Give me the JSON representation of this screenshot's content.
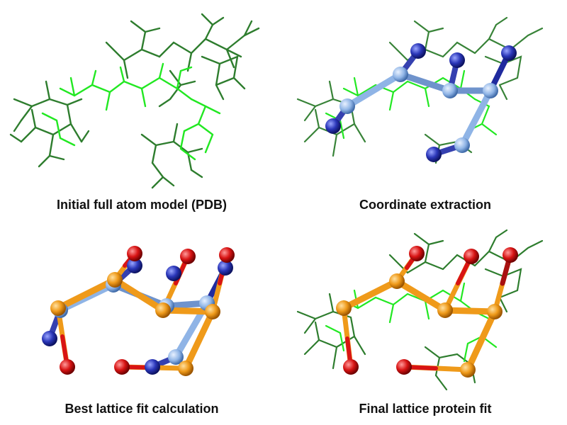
{
  "panels": [
    {
      "caption": "Initial full atom model (PDB)"
    },
    {
      "caption": "Coordinate extraction"
    },
    {
      "caption": "Best lattice fit calculation"
    },
    {
      "caption": "Final lattice protein fit"
    }
  ],
  "colors": {
    "dark_green": "#2e7d2e",
    "light_green": "#22e822",
    "ca_light_blue": "#8fb4e6",
    "side_dark_blue": "#1f2a9e",
    "lattice_orange": "#ef9a1a",
    "lattice_red": "#d81414"
  }
}
